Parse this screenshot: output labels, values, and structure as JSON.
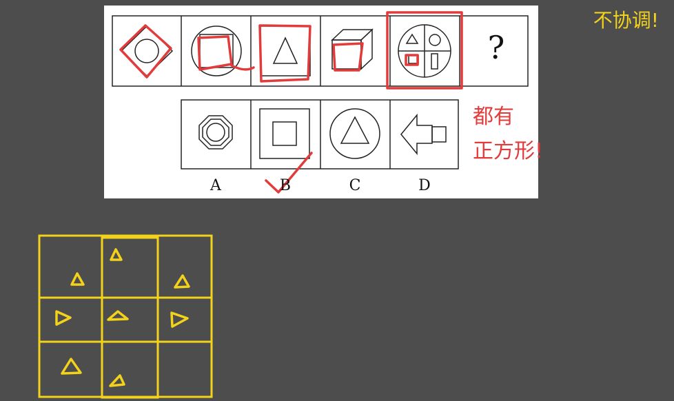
{
  "annotations": {
    "top_right_note": "不协调!",
    "side_note_line1": "都有",
    "side_note_line2": "正方形!"
  },
  "question": {
    "unknown_mark": "?"
  },
  "options": [
    {
      "label": "A",
      "shape": "octagon-with-circle"
    },
    {
      "label": "B",
      "shape": "square-in-square"
    },
    {
      "label": "C",
      "shape": "triangle-in-circle"
    },
    {
      "label": "D",
      "shape": "arrow-with-rectangle"
    }
  ],
  "colors": {
    "background": "#4d4d4d",
    "panel": "#ffffff",
    "red_annotation": "#e23b3b",
    "yellow_annotation": "#f2d21b"
  }
}
